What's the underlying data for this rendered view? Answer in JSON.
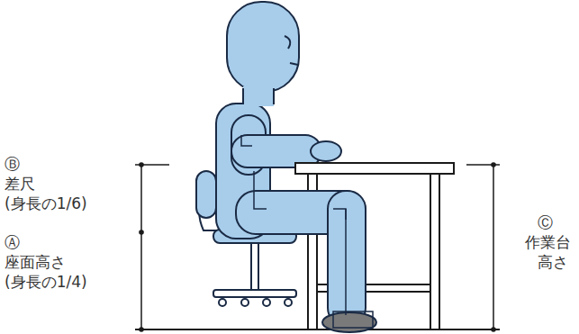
{
  "diagram": {
    "labels": [
      "Ⓑ",
      "差尺",
      "(身長の1/6)",
      "Ⓐ",
      "座面高さ",
      "(身長の1/4)",
      "Ⓒ",
      "作業台",
      "高さ"
    ]
  }
}
